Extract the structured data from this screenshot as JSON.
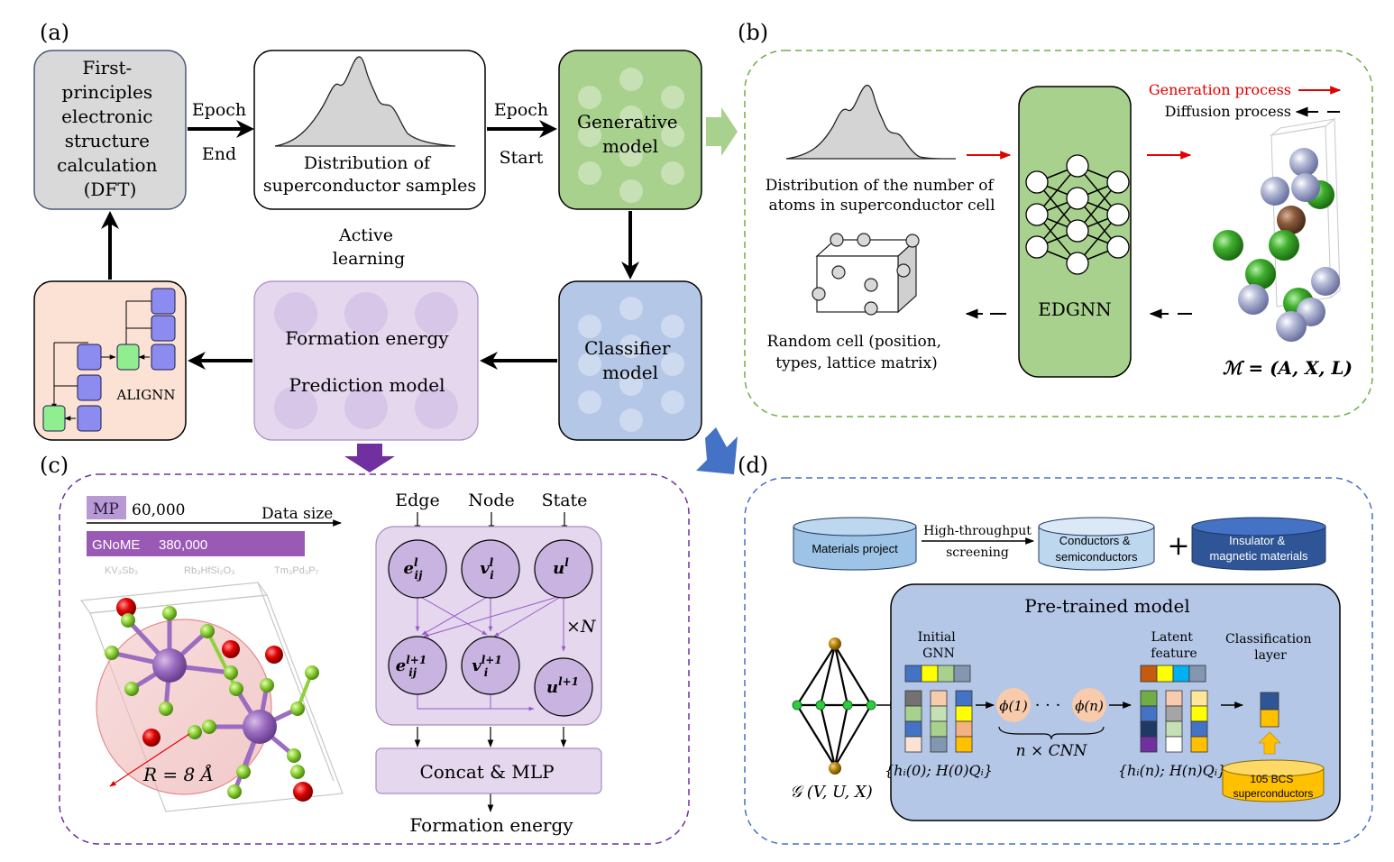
{
  "panel_labels": {
    "a": "(a)",
    "b": "(b)",
    "c": "(c)",
    "d": "(d)"
  },
  "panel_a": {
    "dft_box": [
      "First-",
      "principles",
      "electronic",
      "structure",
      "calculation",
      "(DFT)"
    ],
    "epoch_end": [
      "Epoch",
      "End"
    ],
    "distribution_box": [
      "Distribution of",
      "superconductor samples"
    ],
    "epoch_start": [
      "Epoch",
      "Start"
    ],
    "generative_model": [
      "Generative",
      "model"
    ],
    "active_learning": [
      "Active",
      "learning"
    ],
    "formation_energy": "Formation energy",
    "prediction_model": "Prediction model",
    "classifier_model": [
      "Classifier",
      "model"
    ],
    "alignn": "ALIGNN"
  },
  "panel_b": {
    "generation_process": "Generation process",
    "diffusion_process": "Diffusion process",
    "distribution_caption": [
      "Distribution of the number of",
      "atoms in superconductor cell"
    ],
    "edgnn": "EDGNN",
    "random_cell": [
      "Random cell (position,",
      "types,  lattice matrix)"
    ],
    "molecule_formula": "ℳ = (A, X, L)"
  },
  "panel_c": {
    "mp_label": "MP",
    "mp_value": "60,000",
    "data_size": "Data size",
    "gnome_label": "GNoME",
    "gnome_value": "380,000",
    "formula_1": "KV₃Sb₃",
    "formula_2": "Rb₃HfSi₂O₃",
    "formula_3": "Tm₃Pd₃P₇",
    "radius_label": "R = 8 Å",
    "edge": "Edge",
    "node": "Node",
    "state": "State",
    "repeat": "×N",
    "concat_mlp": "Concat & MLP",
    "formation_energy": "Formation energy"
  },
  "panel_d": {
    "materials_project": "Materials project",
    "high_throughput": "High-throughput",
    "screening": "screening",
    "conductors": [
      "Conductors &",
      "semiconductors"
    ],
    "plus": "+",
    "insulator": [
      "Insulator &",
      "magnetic materials"
    ],
    "pretrained_model": "Pre-trained model",
    "initial_gnn": [
      "Initial",
      "GNN"
    ],
    "latent_feature": [
      "Latent",
      "feature"
    ],
    "classification_layer": [
      "Classification",
      "layer"
    ],
    "phi_1": "ϕ(1)",
    "phi_n": "ϕ(n)",
    "dots": "· · ·",
    "n_cnn": "n × CNN",
    "graph_label": "𝒢 (V, U, X)",
    "h0_label": "{hᵢ(0); H(0)Qᵢ}",
    "hn_label": "{hᵢ(n); H(n)Qᵢ}",
    "bcs": [
      "105 BCS",
      "superconductors"
    ]
  },
  "colors": {
    "dft_fill": "#d9d9d9",
    "generative_fill": "#a9d18e",
    "classifier_fill": "#b4c7e7",
    "formation_fill": "#e4d7ee",
    "alignn_fill": "#fbe2d5",
    "panel_b_border": "#70ad47",
    "panel_c_border": "#7030a0",
    "panel_d_border": "#4472c4",
    "edgnn_fill": "#a9d18e",
    "red_arrow": "#e00000",
    "purple_arrow": "#7030a0",
    "blue_arrow": "#4472c4",
    "pretrained_fill": "#b4c7e7",
    "bcs_fill": "#ffc000"
  }
}
